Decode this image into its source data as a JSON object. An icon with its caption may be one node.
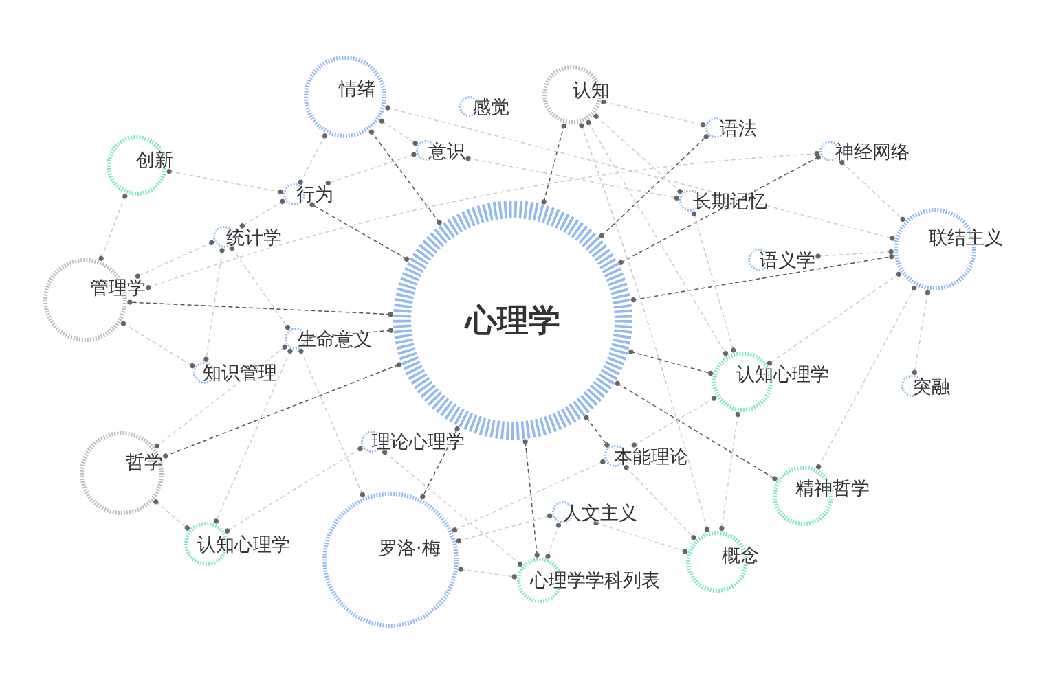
{
  "diagram": {
    "nodes": [
      {
        "text": [
          "心理学"
        ]
      },
      {
        "text": [
          "情绪"
        ]
      },
      {
        "text": [
          "认知"
        ]
      },
      {
        "text": [
          "感觉"
        ]
      },
      {
        "text": [
          "意识"
        ]
      },
      {
        "text": [
          "语法"
        ]
      },
      {
        "text": [
          "创新"
        ]
      },
      {
        "text": [
          "神经网络"
        ]
      },
      {
        "text": [
          "行为"
        ]
      },
      {
        "text": [
          "长期记忆"
        ]
      },
      {
        "text": [
          "统计学"
        ]
      },
      {
        "text": [
          "联结主义"
        ]
      },
      {
        "text": [
          "语义学"
        ]
      },
      {
        "text": [
          "管理学"
        ]
      },
      {
        "text": [
          "生命意义"
        ]
      },
      {
        "text": [
          "知识管理"
        ]
      },
      {
        "text": [
          "认知心理学"
        ]
      },
      {
        "text": [
          "突融"
        ]
      },
      {
        "text": [
          "理论心理学"
        ]
      },
      {
        "text": [
          "本能理论"
        ]
      },
      {
        "text": [
          "哲学"
        ]
      },
      {
        "text": [
          "精神哲学"
        ]
      },
      {
        "text": [
          "人文主义"
        ]
      },
      {
        "text": [
          "认知心理学"
        ]
      },
      {
        "text": [
          "罗洛·梅"
        ]
      },
      {
        "text": [
          "概念"
        ]
      },
      {
        "text": [
          "心理学学科列表"
        ]
      }
    ],
    "edges": [
      {
        "from": 0,
        "to": 1,
        "arrow": "other",
        "color": "#555555"
      },
      {
        "from": 0,
        "to": 8,
        "arrow": "other",
        "color": "#555555"
      },
      {
        "from": 0,
        "to": 13,
        "arrow": "other",
        "color": "#555555"
      },
      {
        "from": 0,
        "to": 14,
        "arrow": "other",
        "color": "#555555"
      },
      {
        "from": 0,
        "to": 20,
        "arrow": "other",
        "color": "#555555"
      },
      {
        "from": 0,
        "to": 24,
        "arrow": "other",
        "color": "#555555"
      },
      {
        "from": 0,
        "to": 26,
        "arrow": "other",
        "color": "#555555"
      },
      {
        "from": 0,
        "to": 19,
        "arrow": "other",
        "color": "#555555"
      },
      {
        "from": 0,
        "to": 21,
        "arrow": "other",
        "color": "#555555"
      },
      {
        "from": 0,
        "to": 16,
        "arrow": "other",
        "color": "#555555"
      },
      {
        "from": 0,
        "to": 11,
        "arrow": "other",
        "color": "#555555"
      },
      {
        "from": 0,
        "to": 7,
        "arrow": "other",
        "color": "#555555"
      },
      {
        "from": 0,
        "to": 5,
        "arrow": "other",
        "color": "#555555"
      },
      {
        "from": 0,
        "to": 2,
        "arrow": "other",
        "color": "#555555"
      },
      {
        "from": 1,
        "to": 8,
        "arrow": "other"
      },
      {
        "from": 1,
        "to": 4,
        "arrow": "other"
      },
      {
        "from": 1,
        "to": 11,
        "arrow": "other"
      },
      {
        "from": 6,
        "to": 8,
        "arrow": "other"
      },
      {
        "from": 6,
        "to": 13,
        "arrow": "other"
      },
      {
        "from": 4,
        "to": 8,
        "arrow": "other"
      },
      {
        "from": 4,
        "to": 9,
        "arrow": "other"
      },
      {
        "from": 2,
        "to": 5,
        "arrow": "other"
      },
      {
        "from": 2,
        "to": 9,
        "arrow": "other"
      },
      {
        "from": 2,
        "to": 16,
        "arrow": "other"
      },
      {
        "from": 2,
        "to": 25,
        "arrow": "other"
      },
      {
        "from": 8,
        "to": 10,
        "arrow": "other"
      },
      {
        "from": 10,
        "to": 13,
        "arrow": "other"
      },
      {
        "from": 10,
        "to": 15,
        "arrow": "other"
      },
      {
        "from": 10,
        "to": 14,
        "arrow": "other"
      },
      {
        "from": 13,
        "to": 15,
        "arrow": "other"
      },
      {
        "from": 13,
        "to": 7,
        "arrow": "other"
      },
      {
        "from": 7,
        "to": 11,
        "arrow": "other"
      },
      {
        "from": 9,
        "to": 16,
        "arrow": "other"
      },
      {
        "from": 12,
        "to": 11,
        "arrow": "other"
      },
      {
        "from": 11,
        "to": 16,
        "arrow": "other"
      },
      {
        "from": 11,
        "to": 21,
        "arrow": "other"
      },
      {
        "from": 11,
        "to": 17,
        "arrow": "other"
      },
      {
        "from": 14,
        "to": 20,
        "arrow": "other"
      },
      {
        "from": 14,
        "to": 23,
        "arrow": "other"
      },
      {
        "from": 14,
        "to": 24,
        "arrow": "other"
      },
      {
        "from": 20,
        "to": 23,
        "arrow": "other"
      },
      {
        "from": 18,
        "to": 23,
        "arrow": "other"
      },
      {
        "from": 18,
        "to": 26,
        "arrow": "other"
      },
      {
        "from": 24,
        "to": 19,
        "arrow": "other"
      },
      {
        "from": 24,
        "to": 22,
        "arrow": "other"
      },
      {
        "from": 24,
        "to": 26,
        "arrow": "other"
      },
      {
        "from": 22,
        "to": 26,
        "arrow": "other"
      },
      {
        "from": 22,
        "to": 25,
        "arrow": "other"
      },
      {
        "from": 19,
        "to": 25,
        "arrow": "other"
      },
      {
        "from": 19,
        "to": 16,
        "arrow": "other"
      },
      {
        "from": 16,
        "to": 25,
        "arrow": "other"
      }
    ]
  }
}
